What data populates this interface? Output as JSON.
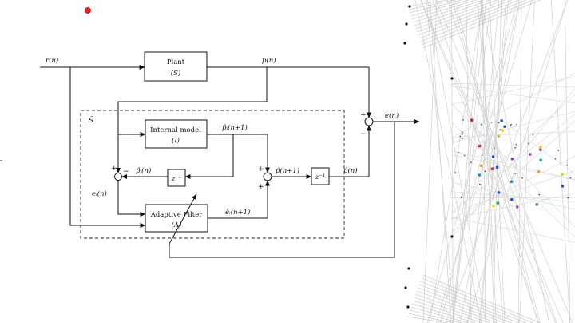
{
  "diagram": {
    "blocks": {
      "plant": {
        "name": "Plant",
        "sub": "(S)"
      },
      "internal_model": {
        "name": "Internal model",
        "sub": "(I)"
      },
      "adaptive_filter": {
        "name": "Adaptive Filter",
        "sub": "(A)"
      },
      "delay1": "z⁻¹",
      "delay2": "z⁻¹"
    },
    "signals": {
      "r": "r(n)",
      "p": "p(n)",
      "e": "e(n)",
      "pi_next": "p̂ᵢ(n+1)",
      "pi": "p̂ᵢ(n)",
      "ei": "eᵢ(n)",
      "ei_next": "êᵢ(n+1)",
      "ptilde_next": "p̃(n+1)",
      "ptilde": "p̃(n)"
    },
    "region_label": "Ŝ",
    "signs": {
      "plus": "+",
      "minus": "−"
    }
  },
  "decoration": {
    "marker_color": "#e11d1d",
    "dot_colors": [
      "#e11d1d",
      "#f5a623",
      "#2e9e44",
      "#1f4fd1",
      "#e6d21c",
      "#8e44ad",
      "#0aa3a3"
    ]
  }
}
